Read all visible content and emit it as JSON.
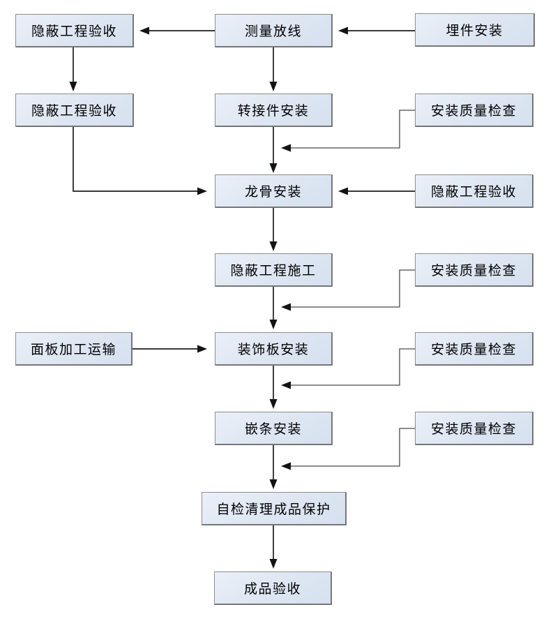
{
  "palette": {
    "background": "#ffffff",
    "node_fill": "#dde6f2",
    "node_fill_highlight": "#eaf0f8",
    "node_border": "#8c8c8c",
    "arrow_color": "#1c1c1c",
    "feedback_line_color": "#4a4a4a",
    "text_color": "#000000"
  },
  "diagram": {
    "type": "flowchart",
    "nodes": {
      "hidden_acceptance_1": {
        "label": "隐蔽工程验收"
      },
      "survey_layout": {
        "label": "测量放线"
      },
      "embed_install": {
        "label": "埋件安装"
      },
      "hidden_acceptance_2": {
        "label": "隐蔽工程验收"
      },
      "adapter_install": {
        "label": "转接件安装"
      },
      "quality_check_1": {
        "label": "安装质量检查"
      },
      "keel_install": {
        "label": "龙骨安装"
      },
      "hidden_acceptance_3": {
        "label": "隐蔽工程验收"
      },
      "hidden_work": {
        "label": "隐蔽工程施工"
      },
      "quality_check_2": {
        "label": "安装质量检查"
      },
      "panel_transport": {
        "label": "面板加工运输"
      },
      "panel_install": {
        "label": "装饰板安装"
      },
      "quality_check_3": {
        "label": "安装质量检查"
      },
      "trim_install": {
        "label": "嵌条安装"
      },
      "quality_check_4": {
        "label": "安装质量检查"
      },
      "self_check": {
        "label": "自检清理成品保护"
      },
      "final_acceptance": {
        "label": "成品验收"
      }
    },
    "edges": [
      {
        "from": "embed_install",
        "to": "survey_layout",
        "type": "flow"
      },
      {
        "from": "survey_layout",
        "to": "hidden_acceptance_1",
        "type": "flow"
      },
      {
        "from": "hidden_acceptance_1",
        "to": "hidden_acceptance_2",
        "type": "flow"
      },
      {
        "from": "survey_layout",
        "to": "adapter_install",
        "type": "flow"
      },
      {
        "from": "adapter_install",
        "to": "keel_install",
        "type": "flow"
      },
      {
        "from": "quality_check_1",
        "to": "adapter_install->keel_install",
        "type": "feedback"
      },
      {
        "from": "hidden_acceptance_2",
        "to": "keel_install",
        "type": "flow"
      },
      {
        "from": "hidden_acceptance_3",
        "to": "keel_install",
        "type": "flow"
      },
      {
        "from": "keel_install",
        "to": "hidden_work",
        "type": "flow"
      },
      {
        "from": "quality_check_2",
        "to": "hidden_work->panel_install",
        "type": "feedback"
      },
      {
        "from": "hidden_work",
        "to": "panel_install",
        "type": "flow"
      },
      {
        "from": "panel_transport",
        "to": "panel_install",
        "type": "flow"
      },
      {
        "from": "quality_check_3",
        "to": "panel_install->trim_install",
        "type": "feedback"
      },
      {
        "from": "panel_install",
        "to": "trim_install",
        "type": "flow"
      },
      {
        "from": "quality_check_4",
        "to": "trim_install->self_check",
        "type": "feedback"
      },
      {
        "from": "trim_install",
        "to": "self_check",
        "type": "flow"
      },
      {
        "from": "self_check",
        "to": "final_acceptance",
        "type": "flow"
      }
    ]
  }
}
